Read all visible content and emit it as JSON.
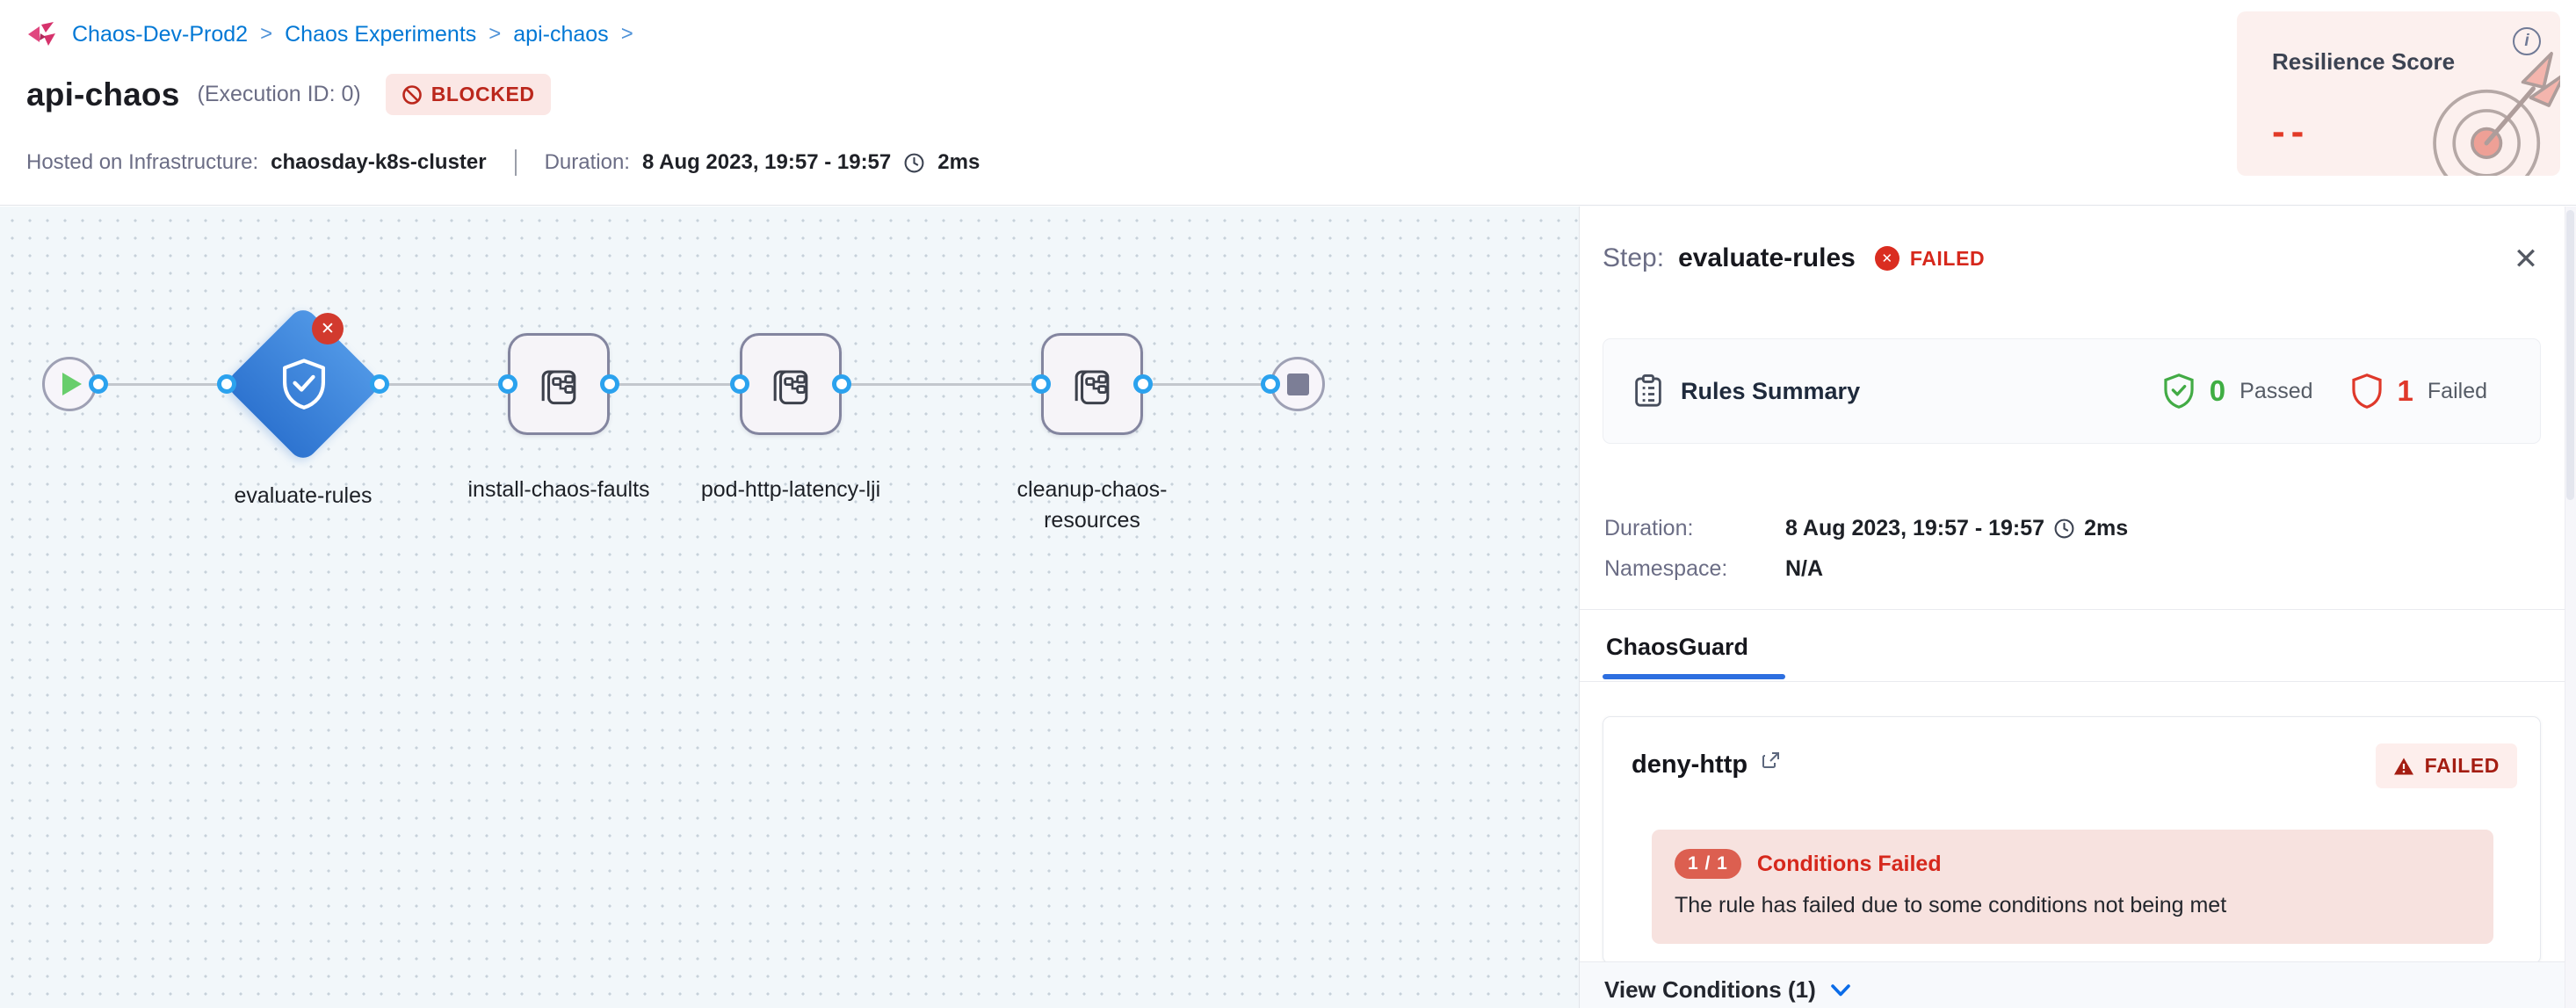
{
  "header": {
    "breadcrumb": {
      "separator": ">",
      "items": [
        "Chaos-Dev-Prod2",
        "Chaos Experiments",
        "api-chaos"
      ]
    },
    "title": "api-chaos",
    "execution_id": "(Execution ID: 0)",
    "status_badge": "BLOCKED",
    "infrastructure_label": "Hosted on Infrastructure:",
    "infrastructure_value": "chaosday-k8s-cluster",
    "duration_label": "Duration:",
    "duration_value": "8 Aug 2023, 19:57 - 19:57",
    "duration_elapsed": "2ms",
    "resilience": {
      "title": "Resilience Score",
      "value": "--"
    }
  },
  "pipeline": {
    "nodes": [
      {
        "id": "start",
        "type": "start"
      },
      {
        "label": "evaluate-rules",
        "type": "chaosguard",
        "status": "failed"
      },
      {
        "label": "install-chaos-faults",
        "type": "step"
      },
      {
        "label": "pod-http-latency-lji",
        "type": "step"
      },
      {
        "label": "cleanup-chaos-resources",
        "type": "step"
      },
      {
        "id": "stop",
        "type": "stop"
      }
    ]
  },
  "panel": {
    "step_label": "Step:",
    "step_name": "evaluate-rules",
    "step_status": "FAILED",
    "close_glyph": "✕",
    "rules_summary": {
      "title": "Rules Summary",
      "passed_count": "0",
      "passed_label": "Passed",
      "failed_count": "1",
      "failed_label": "Failed"
    },
    "duration_label": "Duration:",
    "duration_value": "8 Aug 2023, 19:57 - 19:57",
    "duration_elapsed": "2ms",
    "namespace_label": "Namespace:",
    "namespace_value": "N/A",
    "tabs": [
      {
        "label": "ChaosGuard",
        "active": true
      }
    ],
    "rule_card": {
      "name": "deny-http",
      "status": "FAILED",
      "conditions_ratio": "1 / 1",
      "conditions_title": "Conditions Failed",
      "message": "The rule has failed due to some conditions not being met"
    },
    "view_conditions_label": "View Conditions (1)"
  },
  "icons": {
    "logo": "chaos-pinwheel-icon",
    "blocked": "prohibited-circle-icon",
    "duration": "clock-icon",
    "resilience_info": "info-circle-icon",
    "resilience_art": "target-dart-icon",
    "guard_node": "shield-check-icon",
    "step_node": "faults-stack-icon",
    "failed": "x-circle-icon",
    "passed": "shield-check-icon",
    "rule_failed": "warning-triangle-icon",
    "expand": "chevron-down-icon"
  },
  "colors": {
    "link_blue": "#0278d5",
    "failed_red": "#d6281c",
    "passed_green": "#3fae43",
    "node_blue": "#3b82d8",
    "blocked_bg": "#fbe7e5",
    "resilience_bg": "#fcf0ee",
    "canvas_bg": "#f2f7fa",
    "tab_underline": "#2d6fe0"
  }
}
